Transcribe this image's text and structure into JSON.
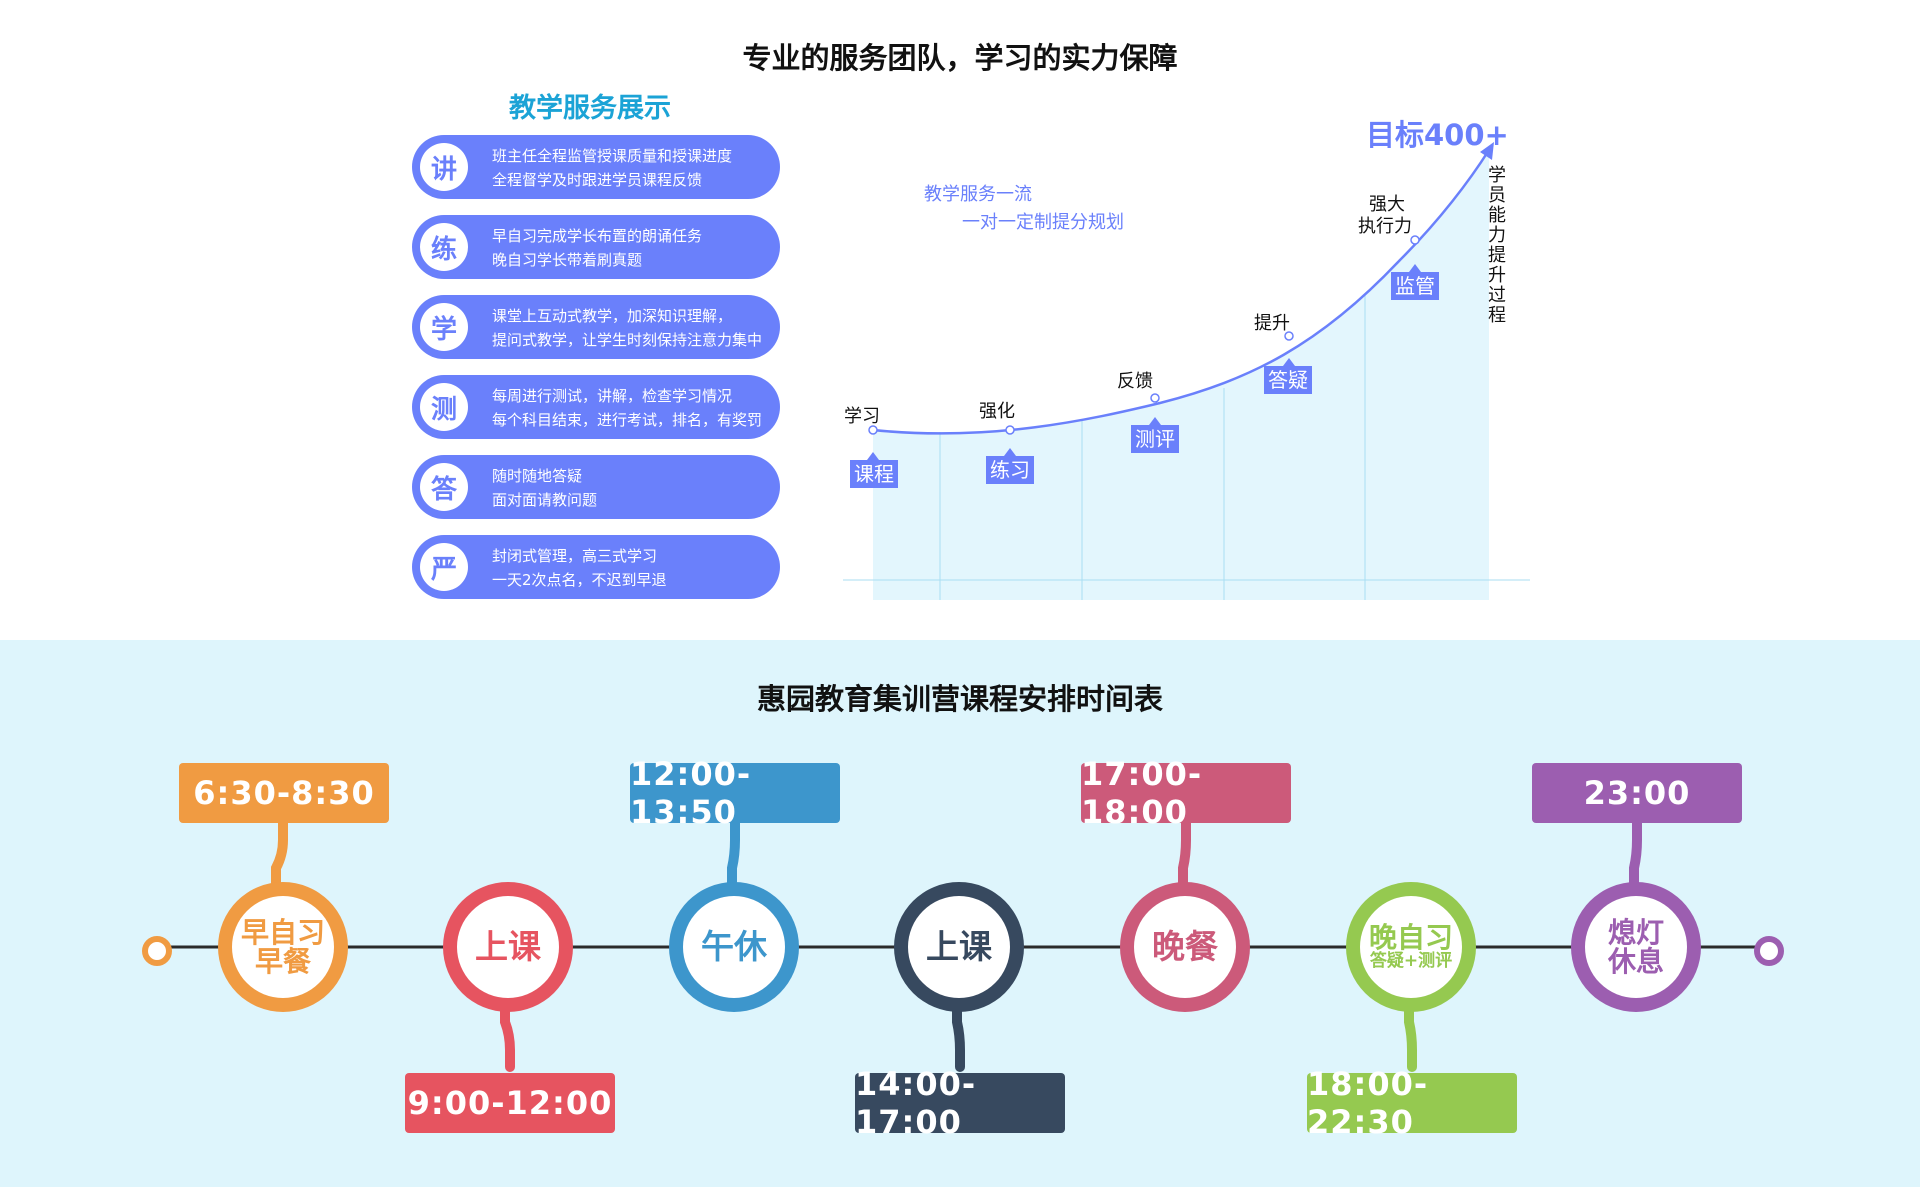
{
  "top_title": "专业的服务团队，学习的实力保障",
  "service_heading": "教学服务展示",
  "services": [
    {
      "char": "讲",
      "line1": "班主任全程监管授课质量和授课进度",
      "line2": "全程督学及时跟进学员课程反馈"
    },
    {
      "char": "练",
      "line1": "早自习完成学长布置的朗诵任务",
      "line2": "晚自习学长带着刷真题"
    },
    {
      "char": "学",
      "line1": "课堂上互动式教学，加深知识理解，",
      "line2": "提问式教学，让学生时刻保持注意力集中"
    },
    {
      "char": "测",
      "line1": "每周进行测试，讲解，检查学习情况",
      "line2": "每个科目结束，进行考试，排名，有奖罚"
    },
    {
      "char": "答",
      "line1": "随时随地答疑",
      "line2": "面对面请教问题"
    },
    {
      "char": "严",
      "line1": "封闭式管理，高三式学习",
      "line2": "一天2次点名，不迟到早退"
    }
  ],
  "chart": {
    "note1": "教学服务一流",
    "note2": "一对一定制提分规划",
    "goal": "目标400+",
    "vertical_label": "学员能力提升过程",
    "stages": [
      {
        "upper": "学习",
        "tag": "课程"
      },
      {
        "upper": "强化",
        "tag": "练习"
      },
      {
        "upper": "反馈",
        "tag": "测评"
      },
      {
        "upper": "提升",
        "tag": "答疑"
      },
      {
        "upper": "强大\n执行力",
        "upper_line1": "强大",
        "upper_line2": "执行力",
        "tag": "监管"
      }
    ],
    "colors": {
      "accent": "#6a80fb",
      "fill": "#e3f6fd",
      "grid": "#a9def2"
    }
  },
  "schedule_title": "惠园教育集训营课程安排时间表",
  "schedule": [
    {
      "time": "6:30-8:30",
      "label1": "早自习",
      "label2": "早餐",
      "color": "#f09b42",
      "box": "top"
    },
    {
      "time": "9:00-12:00",
      "label1": "上课",
      "label2": "",
      "color": "#e65460",
      "box": "bottom"
    },
    {
      "time": "12:00-13:50",
      "label1": "午休",
      "label2": "",
      "color": "#3d96cc",
      "box": "top"
    },
    {
      "time": "14:00-17:00",
      "label1": "上课",
      "label2": "",
      "color": "#37495f",
      "box": "bottom"
    },
    {
      "time": "17:00-18:00",
      "label1": "晚餐",
      "label2": "",
      "color": "#cc5a7a",
      "box": "top"
    },
    {
      "time": "18:00-22:30",
      "label1": "晚自习",
      "label2": "答疑+测评",
      "color": "#95c950",
      "box": "bottom"
    },
    {
      "time": "23:00",
      "label1": "熄灯",
      "label2": "休息",
      "color": "#9c5eb0",
      "box": "top"
    }
  ],
  "end_colors": {
    "left": "#f09b42",
    "right": "#9c5eb0"
  }
}
